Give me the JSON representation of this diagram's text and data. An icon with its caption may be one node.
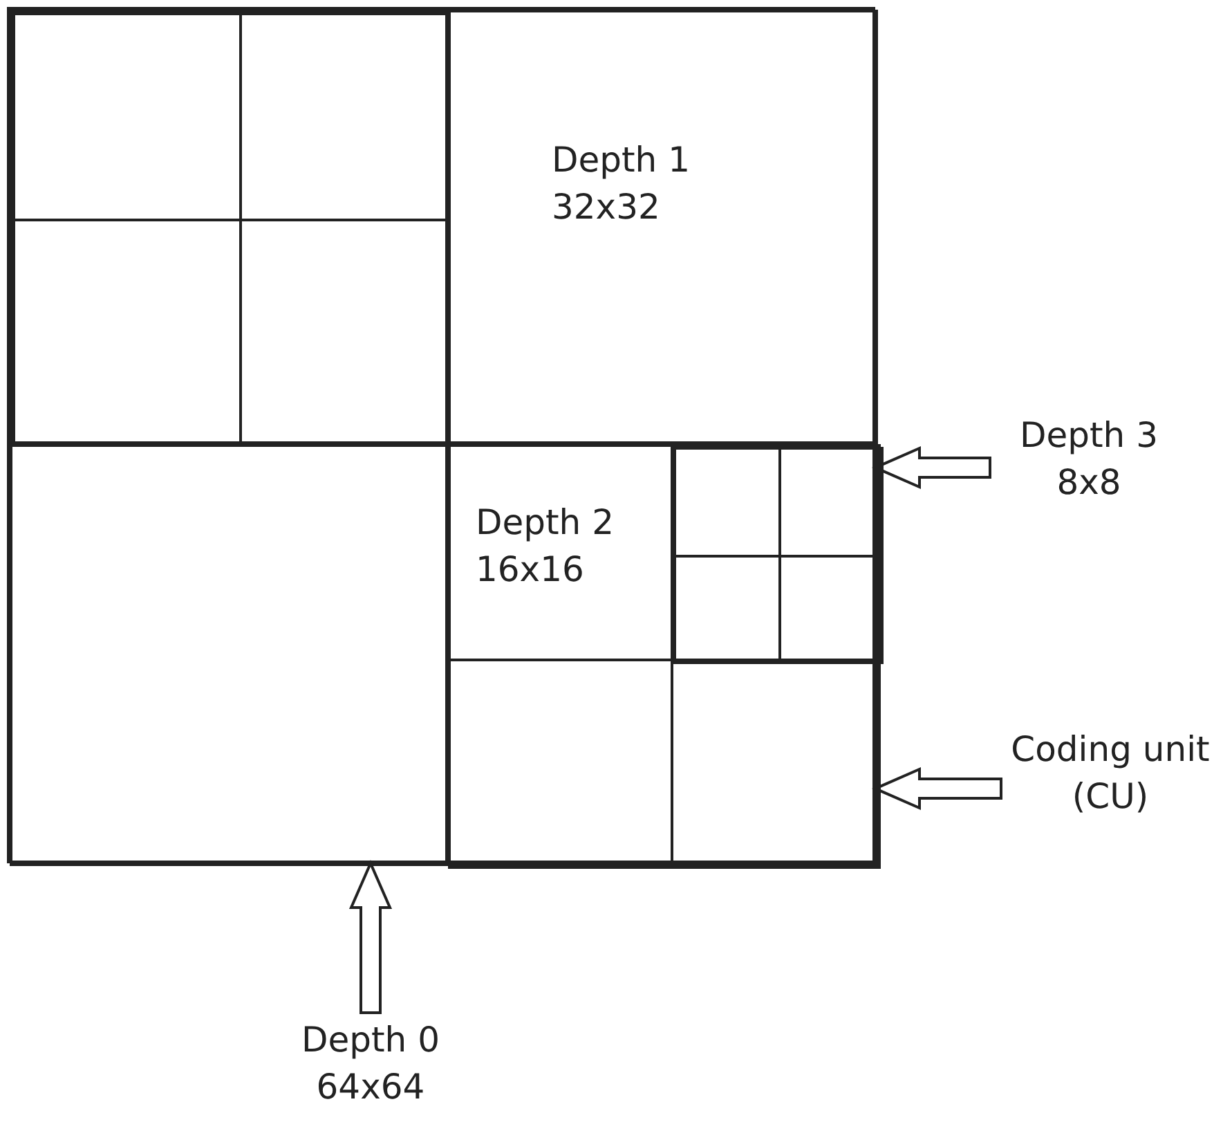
{
  "diagram": {
    "nodes": [
      {
        "text": [],
        "shape": "box"
      },
      {
        "text": [],
        "shape": "box",
        "in": 0
      },
      {
        "text": [],
        "shape": "box",
        "in": 1
      },
      {
        "text": [],
        "shape": "box",
        "in": 1
      },
      {
        "text": [],
        "shape": "box",
        "in": 1
      },
      {
        "text": [],
        "shape": "box",
        "in": 1
      },
      {
        "text": [
          "Depth 1",
          "32x32"
        ],
        "in": 0
      },
      {
        "text": [],
        "shape": "box",
        "in": 0
      },
      {
        "text": [],
        "shape": "box",
        "in": 0
      },
      {
        "text": [
          "Depth 2",
          "16x16"
        ],
        "in": 8
      },
      {
        "text": [],
        "shape": "box",
        "in": 8
      },
      {
        "text": [],
        "shape": "box",
        "in": 10
      },
      {
        "text": [],
        "shape": "box",
        "in": 10
      },
      {
        "text": [],
        "shape": "box",
        "in": 10
      },
      {
        "text": [],
        "shape": "box",
        "in": 10
      },
      {
        "text": [],
        "shape": "box",
        "in": 8
      },
      {
        "text": [],
        "shape": "box",
        "in": 8
      },
      {
        "text": [
          "Depth 3",
          "8x8"
        ]
      },
      {
        "text": [
          "Coding unit (CU)"
        ]
      },
      {
        "text": [
          "Depth 0",
          "64x64"
        ]
      }
    ],
    "edges": [
      {
        "from": 17,
        "to": 12,
        "arrow": "to"
      },
      {
        "from": 18,
        "to": 16,
        "arrow": "to"
      },
      {
        "from": 19,
        "to": 0,
        "arrow": "to"
      }
    ]
  }
}
